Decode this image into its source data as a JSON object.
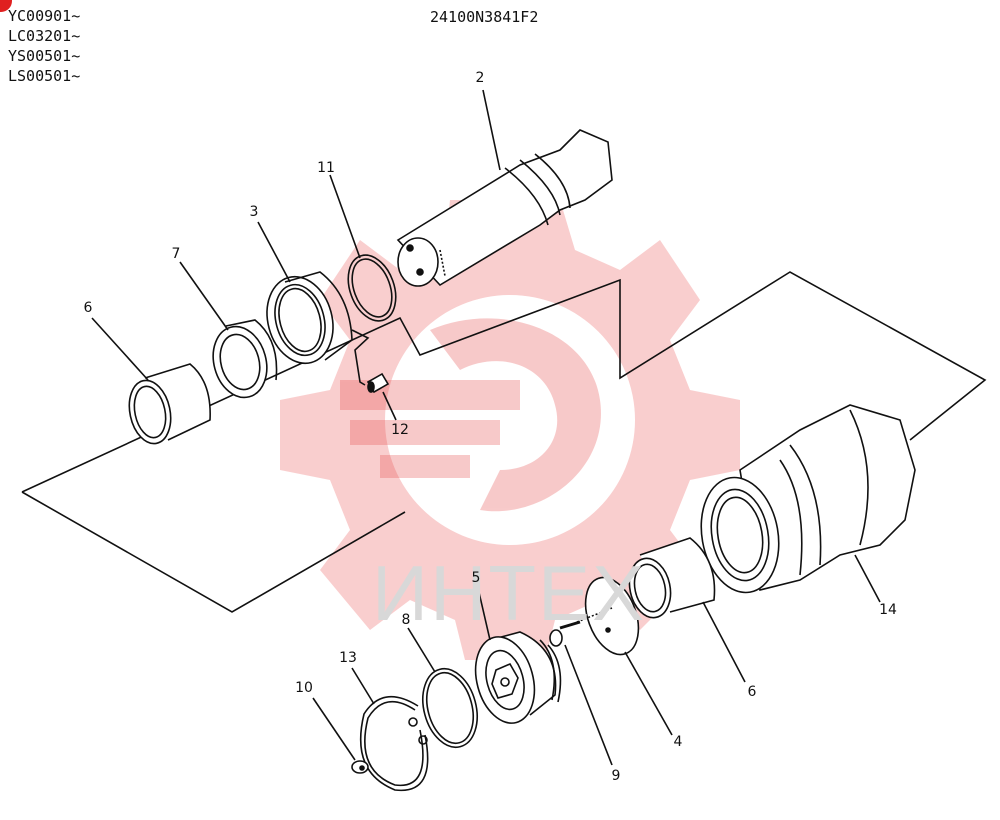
{
  "header": {
    "serials": [
      "YC00901~",
      "LC03201~",
      "YS00501~",
      "LS00501~"
    ],
    "part_number": "24100N3841F2"
  },
  "watermark": {
    "text": "ИНТЕХ",
    "color": "#e85050"
  },
  "callouts": {
    "c2": "2",
    "c11": "11",
    "c3": "3",
    "c7": "7",
    "c6a": "6",
    "c12": "12",
    "c5": "5",
    "c8": "8",
    "c13": "13",
    "c10": "10",
    "c9": "9",
    "c4": "4",
    "c6b": "6",
    "c14": "14"
  }
}
